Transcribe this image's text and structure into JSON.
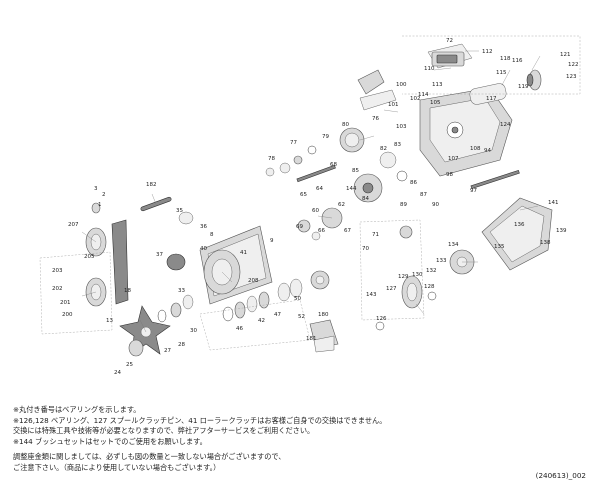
{
  "callouts": [
    {
      "id": "72"
    },
    {
      "id": "112"
    },
    {
      "id": "110"
    },
    {
      "id": "113"
    },
    {
      "id": "114"
    },
    {
      "id": "115"
    },
    {
      "id": "116"
    },
    {
      "id": "117"
    },
    {
      "id": "118"
    },
    {
      "id": "119"
    },
    {
      "id": "121"
    },
    {
      "id": "122"
    },
    {
      "id": "123"
    },
    {
      "id": "124"
    },
    {
      "id": "100"
    },
    {
      "id": "101"
    },
    {
      "id": "102"
    },
    {
      "id": "103"
    },
    {
      "id": "105"
    },
    {
      "id": "107"
    },
    {
      "id": "108"
    },
    {
      "id": "76"
    },
    {
      "id": "77"
    },
    {
      "id": "78"
    },
    {
      "id": "79"
    },
    {
      "id": "80"
    },
    {
      "id": "82"
    },
    {
      "id": "83"
    },
    {
      "id": "84"
    },
    {
      "id": "85"
    },
    {
      "id": "86"
    },
    {
      "id": "87"
    },
    {
      "id": "89"
    },
    {
      "id": "90"
    },
    {
      "id": "94"
    },
    {
      "id": "97"
    },
    {
      "id": "98"
    },
    {
      "id": "141"
    },
    {
      "id": "139"
    },
    {
      "id": "138"
    },
    {
      "id": "136"
    },
    {
      "id": "135"
    },
    {
      "id": "134"
    },
    {
      "id": "133"
    },
    {
      "id": "132"
    },
    {
      "id": "130"
    },
    {
      "id": "129"
    },
    {
      "id": "128"
    },
    {
      "id": "127"
    },
    {
      "id": "126"
    },
    {
      "id": "143"
    },
    {
      "id": "144"
    },
    {
      "id": "182"
    },
    {
      "id": "181"
    },
    {
      "id": "180"
    },
    {
      "id": "208"
    },
    {
      "id": "207"
    },
    {
      "id": "205"
    },
    {
      "id": "203"
    },
    {
      "id": "202"
    },
    {
      "id": "201"
    },
    {
      "id": "200"
    },
    {
      "id": "41"
    },
    {
      "id": "40"
    },
    {
      "id": "42"
    },
    {
      "id": "36"
    },
    {
      "id": "35"
    },
    {
      "id": "37"
    },
    {
      "id": "9"
    },
    {
      "id": "8"
    },
    {
      "id": "3"
    },
    {
      "id": "2"
    },
    {
      "id": "1"
    },
    {
      "id": "13"
    },
    {
      "id": "18"
    },
    {
      "id": "24"
    },
    {
      "id": "25"
    },
    {
      "id": "27"
    },
    {
      "id": "28"
    },
    {
      "id": "30"
    },
    {
      "id": "33"
    },
    {
      "id": "60"
    },
    {
      "id": "62"
    },
    {
      "id": "64"
    },
    {
      "id": "65"
    },
    {
      "id": "66"
    },
    {
      "id": "67"
    },
    {
      "id": "68"
    },
    {
      "id": "69"
    },
    {
      "id": "70"
    },
    {
      "id": "71"
    },
    {
      "id": "52"
    },
    {
      "id": "50"
    },
    {
      "id": "47"
    },
    {
      "id": "46"
    }
  ],
  "notes": [
    "※丸付き番号はベアリングを示します。",
    "※126,128 ベアリング、127 スプールクラッチピン、41 ローラークラッチはお客様ご自身での交換はできません。",
    "交換には特殊工具や技術等が必要となりますので、弊社アフターサービスをご利用ください。",
    "※144 ブッシュセットはセットでのご使用をお願いします。",
    "調整座金類に関しましては、必ずしも図の数量と一致しない場合がございますので、",
    "ご注意下さい。（商品により使用していない場合もございます。）"
  ],
  "revision": "(240613)_002"
}
